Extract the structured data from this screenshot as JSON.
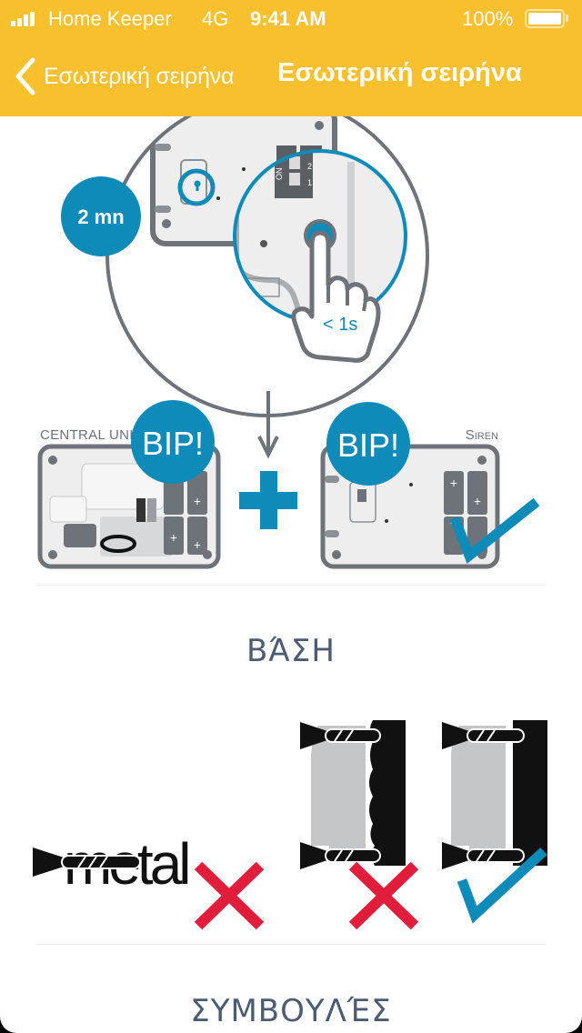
{
  "status_bar": {
    "carrier": "Home Keeper",
    "network": "4G",
    "time": "9:41 AM",
    "battery": "100%",
    "signal_bars": 4
  },
  "nav": {
    "back_label": "Εσωτερική σειρήνα",
    "title": "Εσωτερική σειρήνα"
  },
  "colors": {
    "header": "#f8c02c",
    "accent_blue": "#0f8bba",
    "cross_red": "#e01e3c",
    "section_text": "#4a5b73"
  },
  "pairing_illustration": {
    "timer_badge": "2 mn",
    "press_duration": "< 1s",
    "central_unit_label": "Central unit",
    "siren_label": "Siren",
    "central_beep": "BIP!",
    "siren_beep": "BIP!",
    "icons": [
      "hand-press-icon",
      "arrow-down-icon",
      "plus-icon",
      "checkmark-icon"
    ]
  },
  "sections": [
    {
      "title": "ΒΆΣΗ"
    },
    {
      "title": "ΣΥΜΒΟΥΛΈΣ"
    }
  ],
  "mounting": {
    "metal_label": "metal",
    "options": [
      {
        "name": "metal-surface",
        "status": "not-allowed"
      },
      {
        "name": "uneven-surface",
        "status": "not-allowed"
      },
      {
        "name": "flat-surface",
        "status": "allowed"
      }
    ]
  }
}
